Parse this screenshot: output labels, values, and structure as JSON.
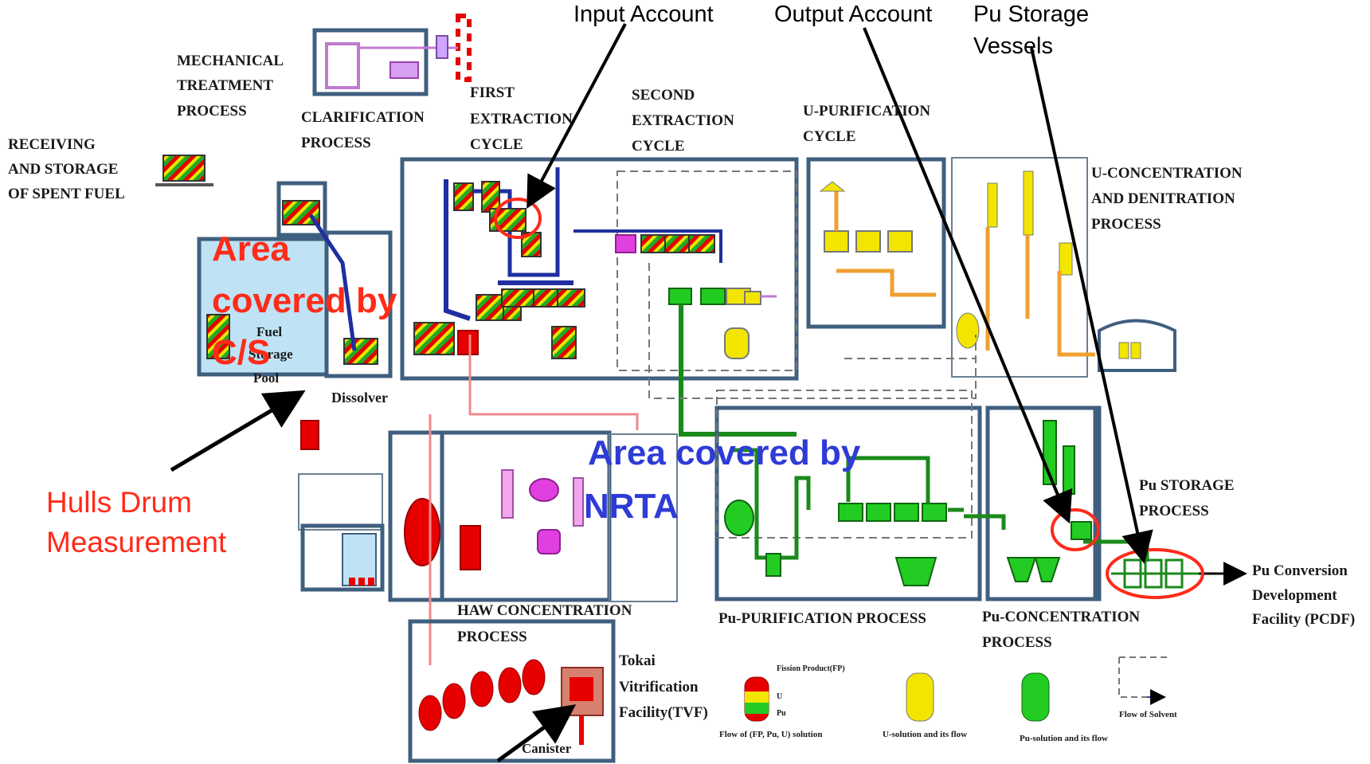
{
  "colors": {
    "red_highlight": "#ff2b1a",
    "blue_label": "#2f3bd6",
    "box_stroke": "#3f5f7f",
    "green_process": "#22cc22",
    "yellow_process": "#f2e600",
    "red_process": "#e60000",
    "magenta_process": "#e040e0"
  },
  "callouts": {
    "input_account": "Input Account",
    "output_account": "Output Account",
    "pu_storage_1": "Pu Storage",
    "pu_storage_2": "Vessels",
    "hulls_1": "Hulls Drum",
    "hulls_2": "Measurement",
    "cs_1": "Area",
    "cs_2": "covered by",
    "cs_3": "C/S",
    "nrta_1": "Area covered by",
    "nrta_2": "NRTA"
  },
  "process_labels": {
    "mech_1": "MECHANICAL",
    "mech_2": "TREATMENT",
    "mech_3": "PROCESS",
    "recv_1": "RECEIVING",
    "recv_2": "AND STORAGE",
    "recv_3": "OF SPENT FUEL",
    "clar_1": "CLARIFICATION",
    "clar_2": "PROCESS",
    "first_1": "FIRST",
    "first_2": "EXTRACTION",
    "first_3": "CYCLE",
    "second_1": "SECOND",
    "second_2": "EXTRACTION",
    "second_3": "CYCLE",
    "upur_1": "U-PURIFICATION",
    "upur_2": "CYCLE",
    "ucon_1": "U-CONCENTRATION",
    "ucon_2": "AND DENITRATION",
    "ucon_3": "PROCESS",
    "pool_1": "Fuel",
    "pool_2": "Storage",
    "pool_3": "Pool",
    "dissolver": "Dissolver",
    "pustore_1": "Pu STORAGE",
    "pustore_2": "PROCESS",
    "pcdf_1": "Pu Conversion",
    "pcdf_2": "Development",
    "pcdf_3": "Facility (PCDF)",
    "haw_1": "HAW CONCENTRATION",
    "haw_2": "PROCESS",
    "pupur": "Pu-PURIFICATION PROCESS",
    "pucon_1": "Pu-CONCENTRATION",
    "pucon_2": "PROCESS",
    "tvf_1": "Tokai",
    "tvf_2": "Vitrification",
    "tvf_3": "Facility(TVF)",
    "canister": "Canister"
  },
  "legend": {
    "fp_line1": "Fission Product(FP)",
    "fp_line2": "U",
    "fp_line3": "Pu",
    "fp_caption": "Flow of (FP, Pu, U) solution",
    "u_caption": "U-solution and its flow",
    "pu_caption": "Pu-solution and its flow",
    "solvent_caption": "Flow of Solvent"
  }
}
